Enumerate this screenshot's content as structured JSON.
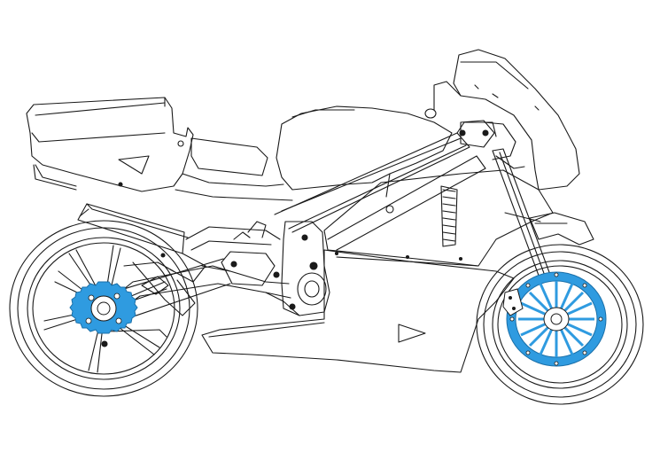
{
  "colors": {
    "background": "#ffffff",
    "line": "#1a1a1a",
    "highlight": "#2a8fd6",
    "highlight_fill": "#2f9be0"
  },
  "diagram": {
    "subject": "motorcycle-line-drawing",
    "highlighted_parts": [
      "rear-sprocket",
      "front-brake-disc"
    ]
  }
}
